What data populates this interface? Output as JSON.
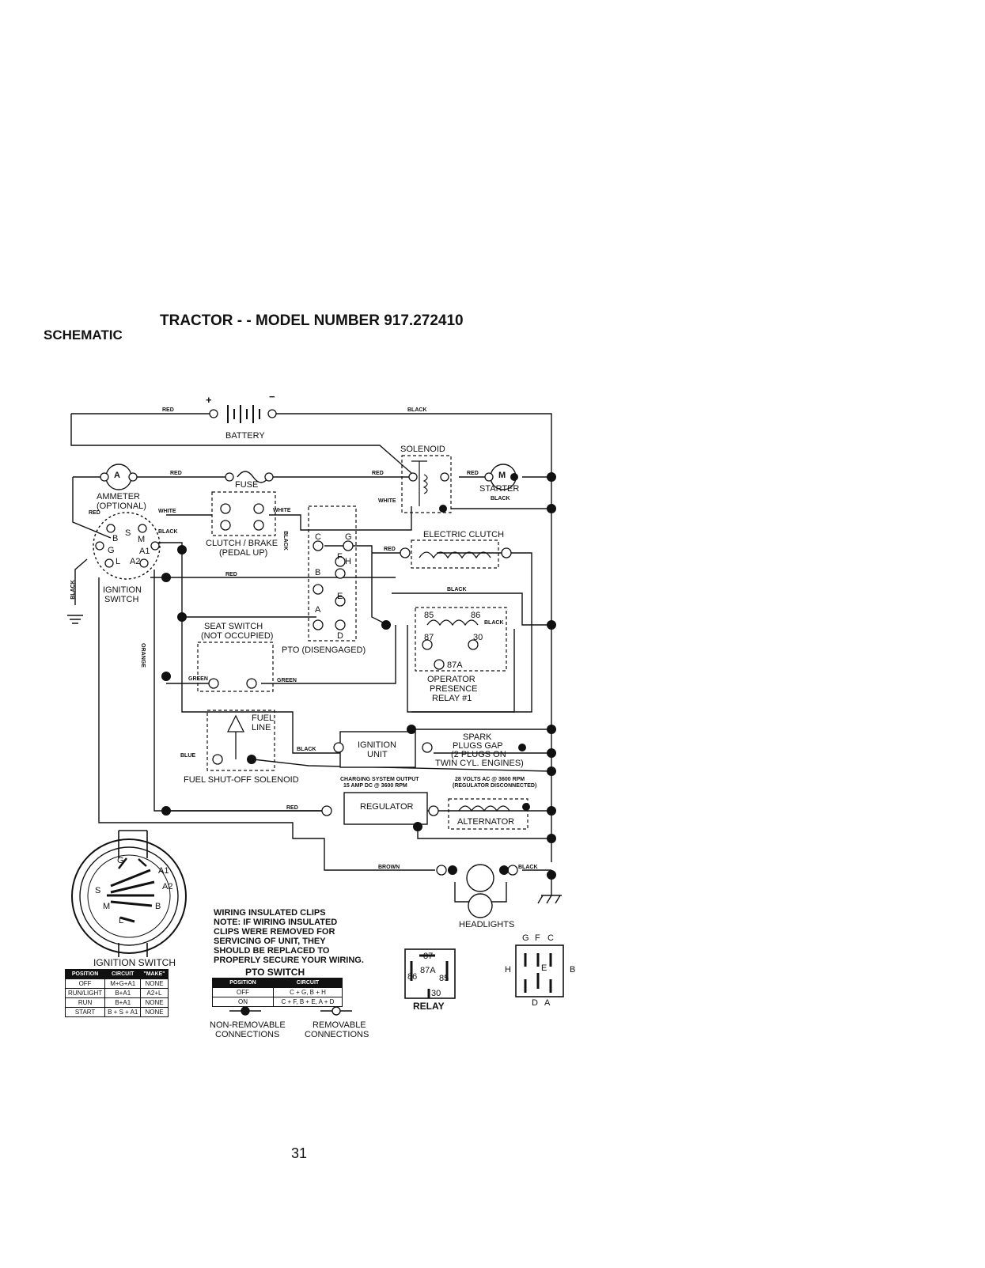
{
  "header": {
    "section": "SCHEMATIC",
    "title": "TRACTOR - - MODEL NUMBER 917.272410"
  },
  "wire_colors": {
    "red": "RED",
    "black": "BLACK",
    "white": "WHITE",
    "green": "GREEN",
    "blue": "BLUE",
    "orange": "ORANGE",
    "brown": "BROWN"
  },
  "components": {
    "battery": "BATTERY",
    "battery_plus": "+",
    "battery_minus": "−",
    "ammeter": "AMMETER",
    "ammeter_optional": "(OPTIONAL)",
    "ammeter_symbol": "A",
    "fuse": "FUSE",
    "solenoid": "SOLENOID",
    "starter": "STARTER",
    "starter_symbol": "M",
    "clutch_brake": "CLUTCH / BRAKE",
    "clutch_brake_state": "(PEDAL UP)",
    "electric_clutch": "ELECTRIC CLUTCH",
    "ignition_switch_1": "IGNITION",
    "ignition_switch_2": "SWITCH",
    "seat_switch": "SEAT SWITCH",
    "seat_switch_state": "(NOT OCCUPIED)",
    "pto": "PTO (DISENGAGED)",
    "relay_name_1": "OPERATOR",
    "relay_name_2": "PRESENCE",
    "relay_name_3": "RELAY #1",
    "fuel_line_1": "FUEL",
    "fuel_line_2": "LINE",
    "fuel_solenoid": "FUEL SHUT-OFF SOLENOID",
    "ignition_unit_1": "IGNITION",
    "ignition_unit_2": "UNIT",
    "spark_1": "SPARK",
    "spark_2": "PLUGS GAP",
    "spark_3": "(2 PLUGS ON",
    "spark_4": "TWIN CYL. ENGINES)",
    "charging_1": "CHARGING SYSTEM OUTPUT",
    "charging_2": "15 AMP DC @ 3600 RPM",
    "alt_spec_1": "28 VOLTS AC @ 3600 RPM",
    "alt_spec_2": "(REGULATOR DISCONNECTED)",
    "regulator": "REGULATOR",
    "alternator": "ALTERNATOR",
    "headlights": "HEADLIGHTS",
    "relay": "RELAY"
  },
  "terminals": {
    "ign_b": "B",
    "ign_s": "S",
    "ign_m": "M",
    "ign_g": "G",
    "ign_a1": "A1",
    "ign_l": "L",
    "ign_a2": "A2",
    "pto_c": "C",
    "pto_g": "G",
    "pto_f": "F",
    "pto_h": "H",
    "pto_b": "B",
    "pto_e": "E",
    "pto_a": "A",
    "pto_d": "D",
    "r85": "85",
    "r86": "86",
    "r87": "87",
    "r30": "30",
    "r87a": "87A",
    "sw_g": "G",
    "sw_a1": "A1",
    "sw_a2": "A2",
    "sw_s": "S",
    "sw_m": "M",
    "sw_b": "B",
    "sw_l": "L",
    "pto_back_g": "G",
    "pto_back_f": "F",
    "pto_back_c": "C",
    "pto_back_h": "H",
    "pto_back_e": "E",
    "pto_back_b": "B",
    "pto_back_d": "D",
    "pto_back_a": "A"
  },
  "ignition_table": {
    "caption": "IGNITION SWITCH",
    "headers": [
      "POSITION",
      "CIRCUIT",
      "\"MAKE\""
    ],
    "rows": [
      [
        "OFF",
        "M+G+A1",
        "NONE"
      ],
      [
        "RUN/LIGHT",
        "B+A1",
        "A2+L"
      ],
      [
        "RUN",
        "B+A1",
        "NONE"
      ],
      [
        "START",
        "B + S + A1",
        "NONE"
      ]
    ]
  },
  "pto_table": {
    "caption": "PTO SWITCH",
    "headers": [
      "POSITION",
      "CIRCUIT"
    ],
    "rows": [
      [
        "OFF",
        "C + G, B + H"
      ],
      [
        "ON",
        "C + F, B + E, A + D"
      ]
    ]
  },
  "notes": {
    "l1": "WIRING INSULATED CLIPS",
    "l2": "NOTE: IF WIRING INSULATED",
    "l3": "CLIPS WERE REMOVED FOR",
    "l4": "SERVICING OF UNIT, THEY",
    "l5": "SHOULD BE REPLACED TO",
    "l6": "PROPERLY SECURE YOUR WIRING."
  },
  "legend": {
    "nonremovable_1": "NON-REMOVABLE",
    "nonremovable_2": "CONNECTIONS",
    "removable_1": "REMOVABLE",
    "removable_2": "CONNECTIONS"
  },
  "page_number": "31"
}
